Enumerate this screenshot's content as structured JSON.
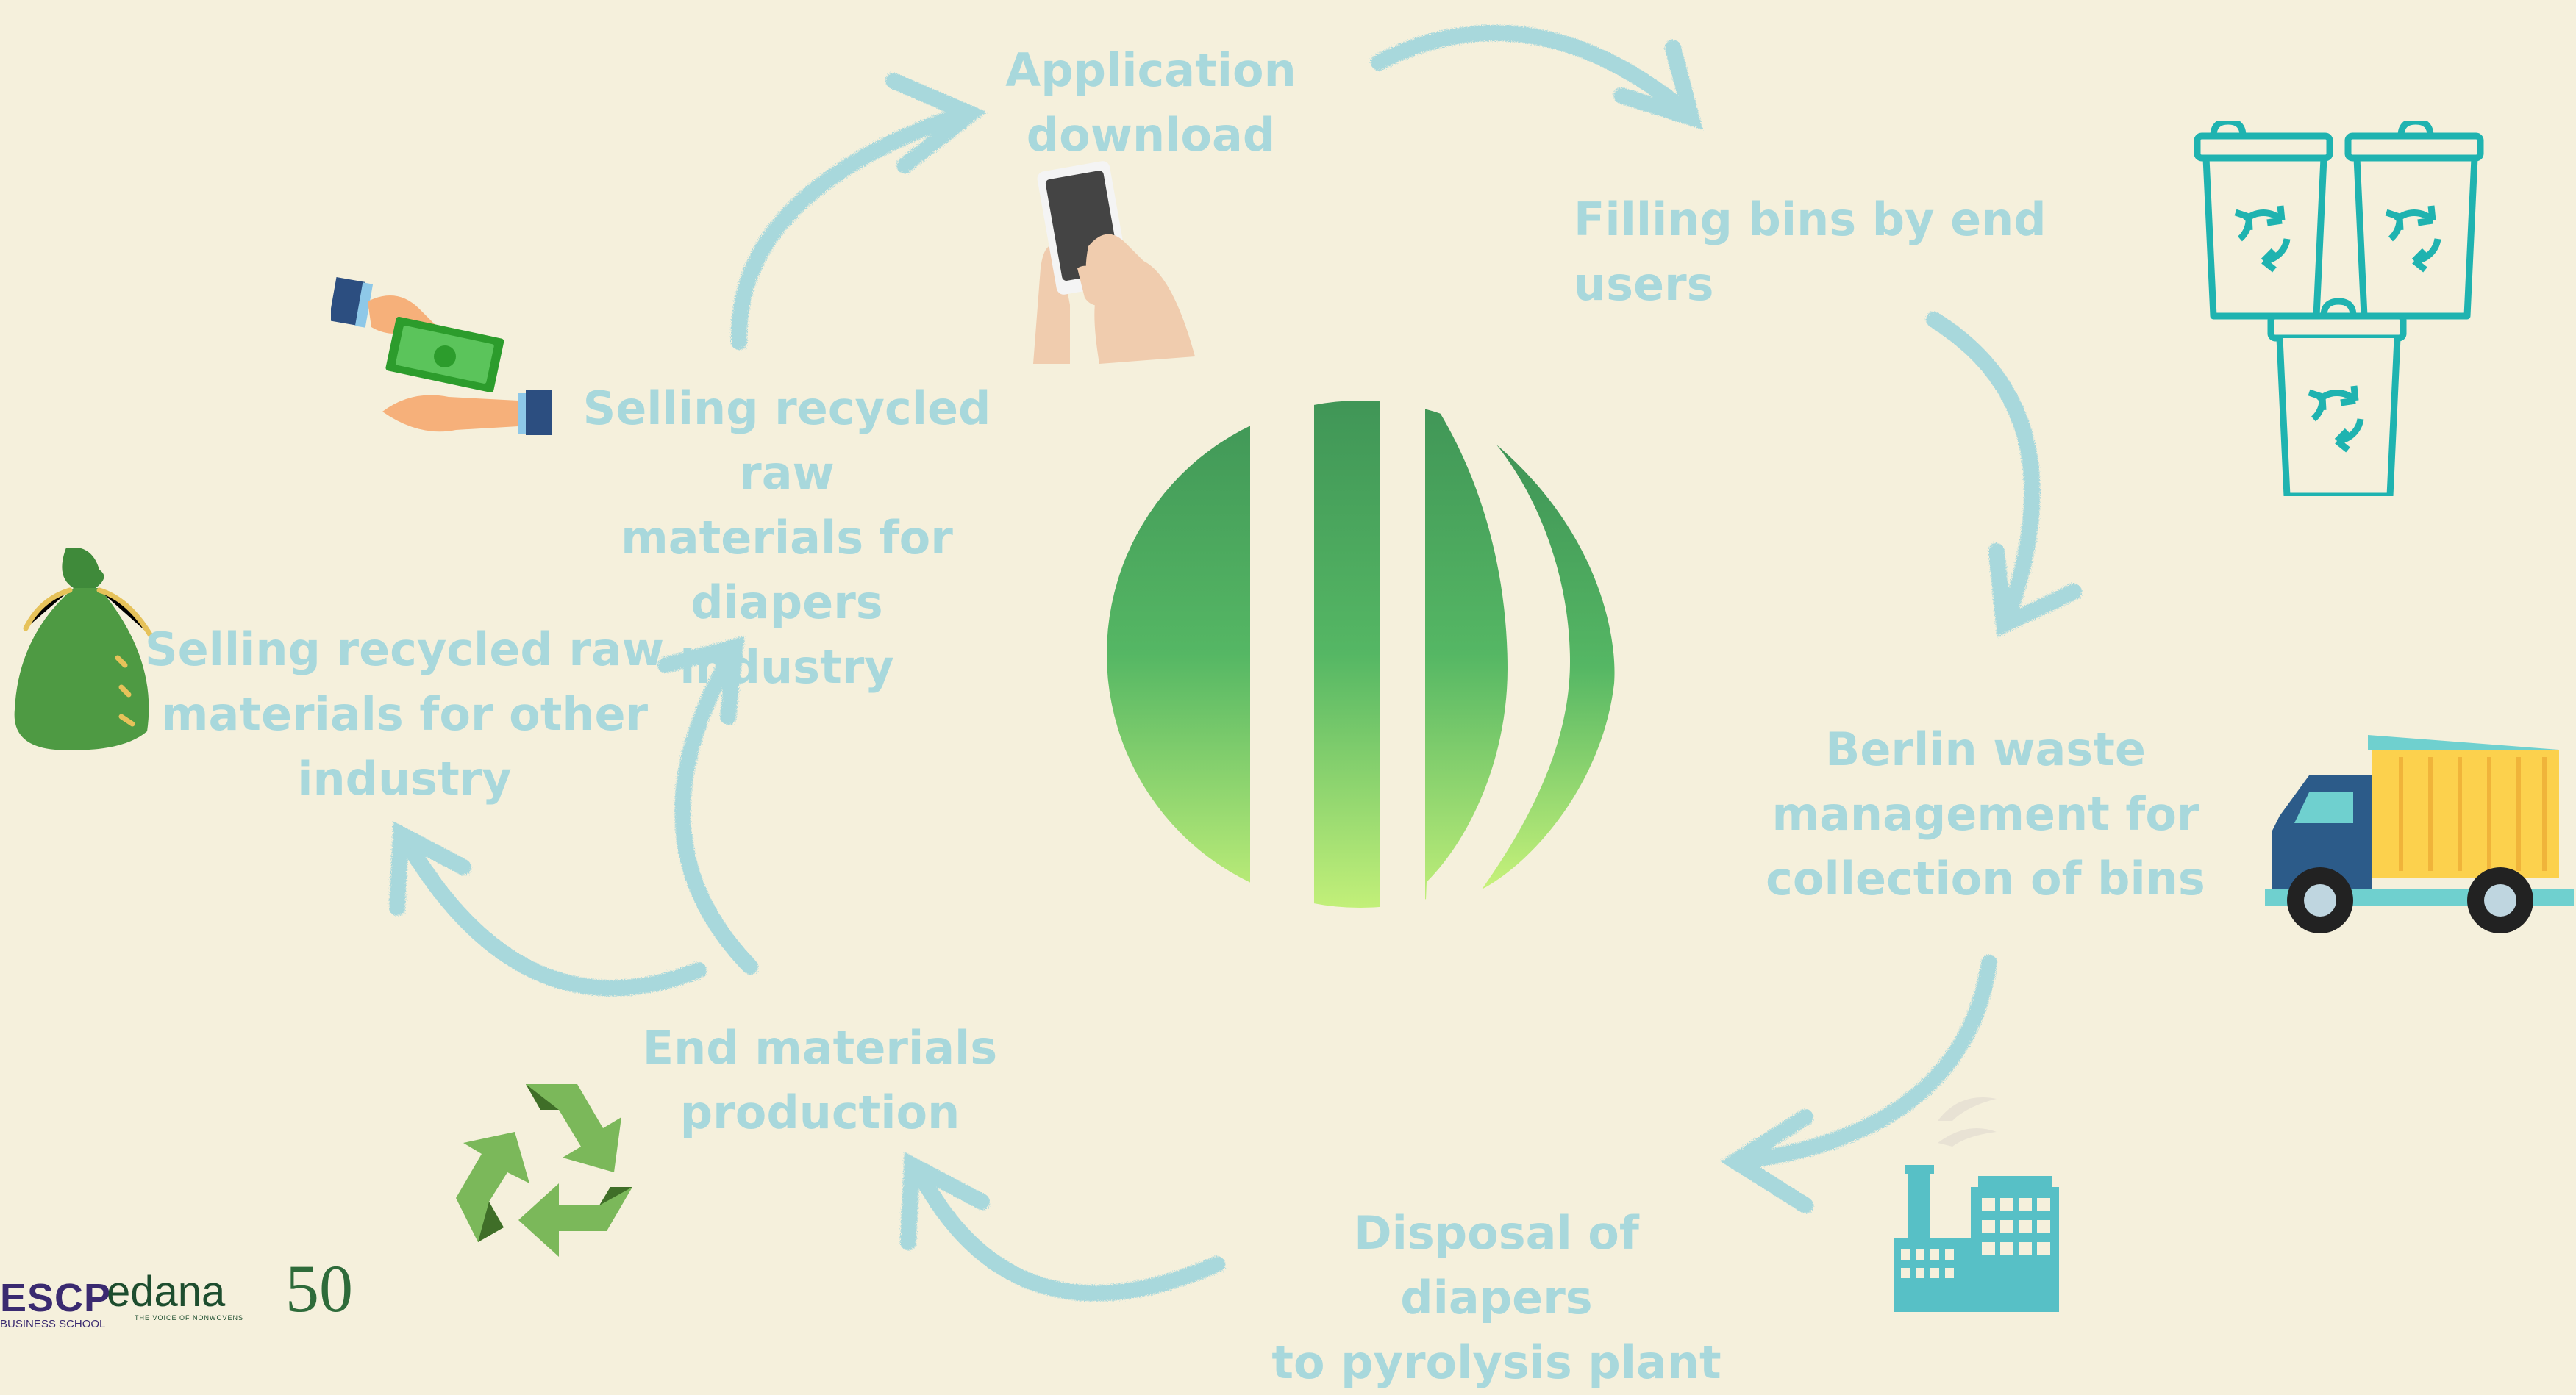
{
  "steps": [
    {
      "id": "application-download",
      "label": "Application\ndownload"
    },
    {
      "id": "filling-bins",
      "label": "Filling bins by end users"
    },
    {
      "id": "berlin-waste",
      "label": "Berlin waste\nmanagement for\ncollection of bins"
    },
    {
      "id": "disposal",
      "label": "Disposal of diapers\nto pyrolysis plant"
    },
    {
      "id": "end-materials",
      "label": "End materials\nproduction"
    },
    {
      "id": "selling-other",
      "label": "Selling recycled raw\nmaterials for other\nindustry"
    },
    {
      "id": "selling-diapers",
      "label": "Selling recycled raw\nmaterials for diapers\nindustry"
    }
  ],
  "icons": {
    "phone": "smartphone-in-hands-icon",
    "bins": "recycling-bins-icon",
    "truck": "garbage-truck-icon",
    "factory": "factory-icon",
    "recycle": "recycle-symbol-icon",
    "bag": "money-bag-icon",
    "money": "money-exchange-icon",
    "central": "central-green-logo"
  },
  "colors": {
    "background": "#f5f0dc",
    "label": "#a8d8dc",
    "arrow": "#a8d8dc",
    "bins": "#1fb3b0",
    "green_top": "#3f9456",
    "green_bottom": "#c7f27a"
  },
  "logos": {
    "escp": "ESCP",
    "escp_sub": "BUSINESS SCHOOL",
    "edana": "edana",
    "edana_sub": "THE VOICE OF NONWOVENS",
    "fifty": "50"
  }
}
